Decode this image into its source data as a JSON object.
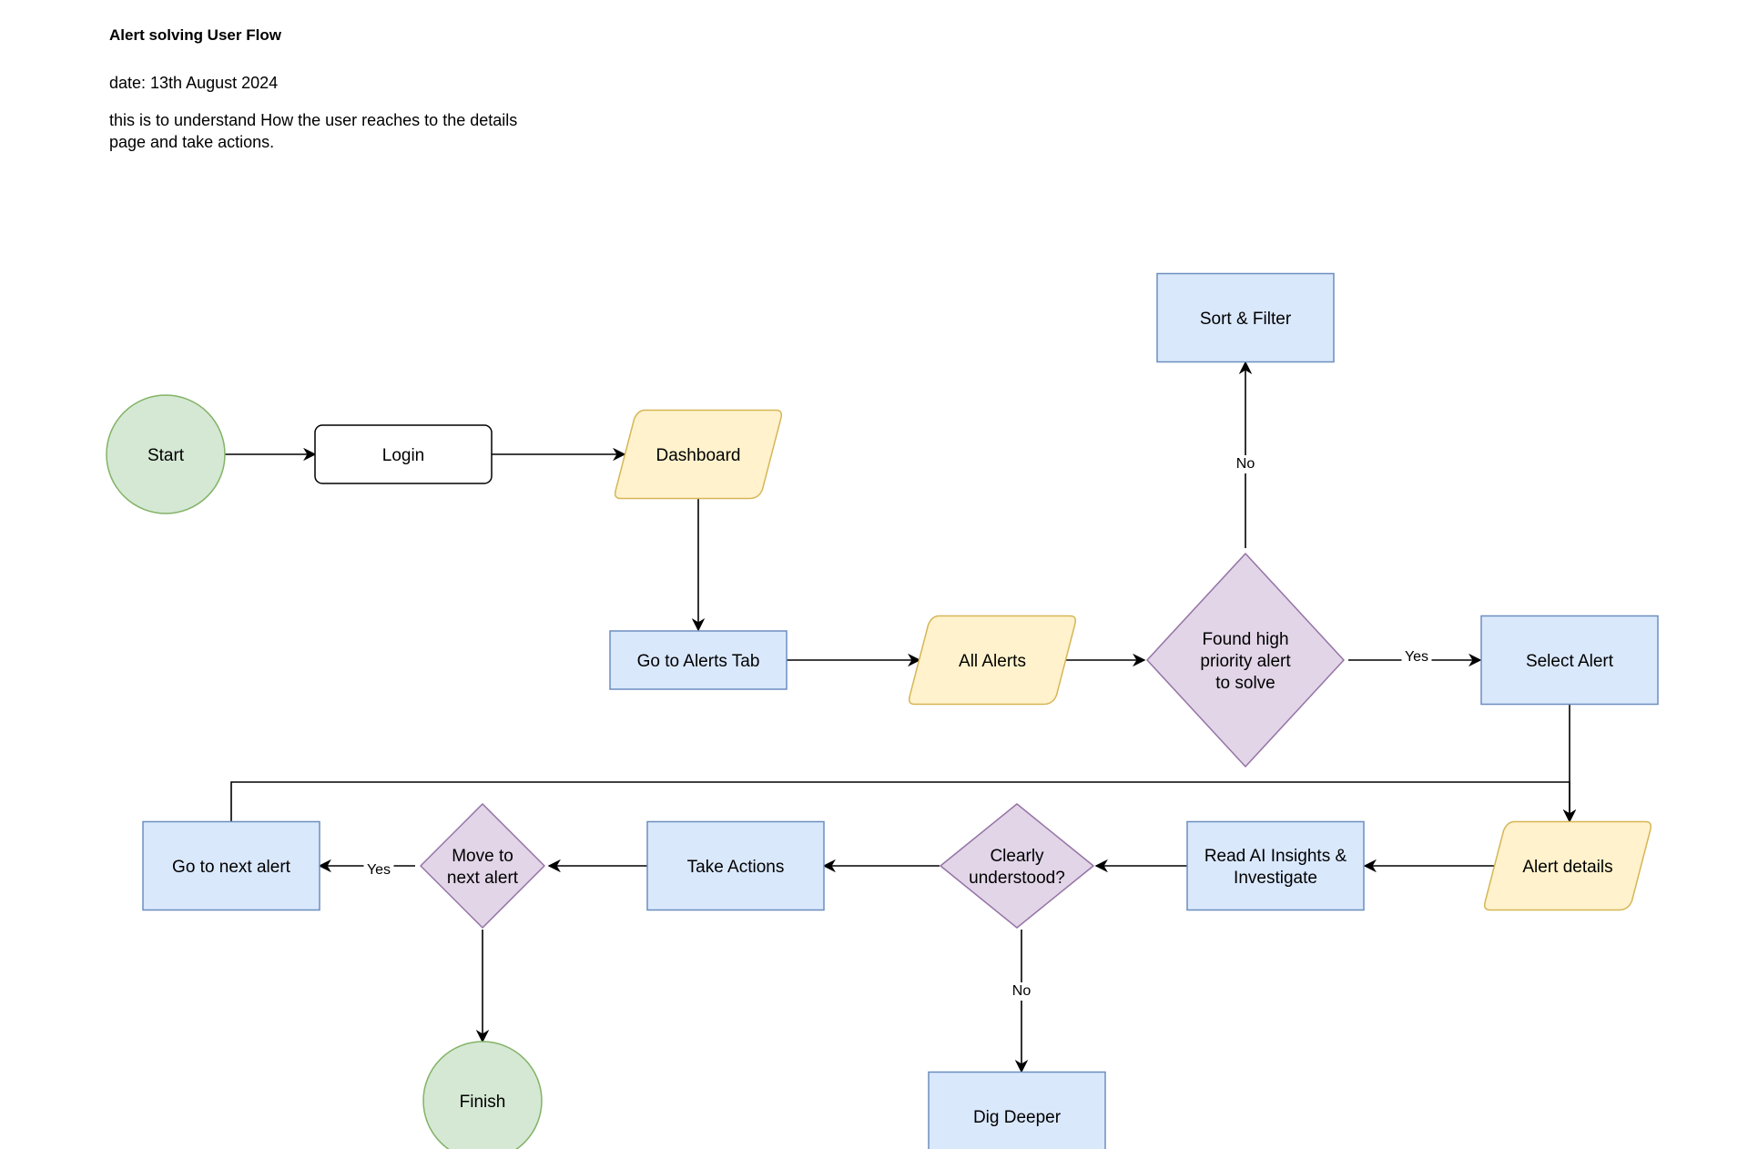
{
  "header": {
    "title": "Alert solving User Flow",
    "date": "date: 13th August 2024",
    "description": "this is to understand How the user reaches to the details page and take actions."
  },
  "colors": {
    "terminal_fill": "#d5e8d4",
    "terminal_stroke": "#82b366",
    "process_fill": "#dae8fc",
    "process_stroke": "#6c8ebf",
    "io_fill": "#fff2cc",
    "io_stroke": "#d6b656",
    "decision_fill": "#e1d5e7",
    "decision_stroke": "#9673a6",
    "plain_fill": "#ffffff",
    "plain_stroke": "#000000"
  },
  "nodes": {
    "start": {
      "shape": "terminal",
      "lines": [
        "Start"
      ]
    },
    "login": {
      "shape": "rounded",
      "lines": [
        "Login"
      ]
    },
    "dashboard": {
      "shape": "io",
      "lines": [
        "Dashboard"
      ]
    },
    "alerts_tab": {
      "shape": "process",
      "lines": [
        "Go to Alerts Tab"
      ]
    },
    "all_alerts": {
      "shape": "io",
      "lines": [
        "All Alerts"
      ]
    },
    "found_priority": {
      "shape": "decision",
      "lines": [
        "Found high",
        "priority alert",
        "to solve"
      ]
    },
    "sort_filter": {
      "shape": "process",
      "lines": [
        "Sort & Filter"
      ]
    },
    "select_alert": {
      "shape": "process",
      "lines": [
        "Select Alert"
      ]
    },
    "alert_details": {
      "shape": "io",
      "lines": [
        "Alert details"
      ]
    },
    "read_ai": {
      "shape": "process",
      "lines": [
        "Read AI Insights &",
        "Investigate"
      ]
    },
    "clearly_understood": {
      "shape": "decision",
      "lines": [
        "Clearly",
        "understood?"
      ]
    },
    "dig_deeper": {
      "shape": "process",
      "lines": [
        "Dig Deeper"
      ]
    },
    "take_actions": {
      "shape": "process",
      "lines": [
        "Take Actions"
      ]
    },
    "move_next": {
      "shape": "decision",
      "lines": [
        "Move to",
        "next alert"
      ]
    },
    "next_alert": {
      "shape": "process",
      "lines": [
        "Go to next alert"
      ]
    },
    "finish": {
      "shape": "terminal",
      "lines": [
        "Finish"
      ]
    }
  },
  "edges": [
    {
      "from": "start",
      "to": "login",
      "label": ""
    },
    {
      "from": "login",
      "to": "dashboard",
      "label": ""
    },
    {
      "from": "dashboard",
      "to": "alerts_tab",
      "label": ""
    },
    {
      "from": "alerts_tab",
      "to": "all_alerts",
      "label": ""
    },
    {
      "from": "all_alerts",
      "to": "found_priority",
      "label": ""
    },
    {
      "from": "found_priority",
      "to": "sort_filter",
      "label": "No"
    },
    {
      "from": "found_priority",
      "to": "select_alert",
      "label": "Yes"
    },
    {
      "from": "select_alert",
      "to": "alert_details",
      "label": ""
    },
    {
      "from": "alert_details",
      "to": "read_ai",
      "label": ""
    },
    {
      "from": "read_ai",
      "to": "clearly_understood",
      "label": ""
    },
    {
      "from": "clearly_understood",
      "to": "dig_deeper",
      "label": "No"
    },
    {
      "from": "clearly_understood",
      "to": "take_actions",
      "label": ""
    },
    {
      "from": "take_actions",
      "to": "move_next",
      "label": ""
    },
    {
      "from": "move_next",
      "to": "next_alert",
      "label": "Yes"
    },
    {
      "from": "move_next",
      "to": "finish",
      "label": ""
    },
    {
      "from": "next_alert",
      "to": "alert_details",
      "label": ""
    }
  ]
}
